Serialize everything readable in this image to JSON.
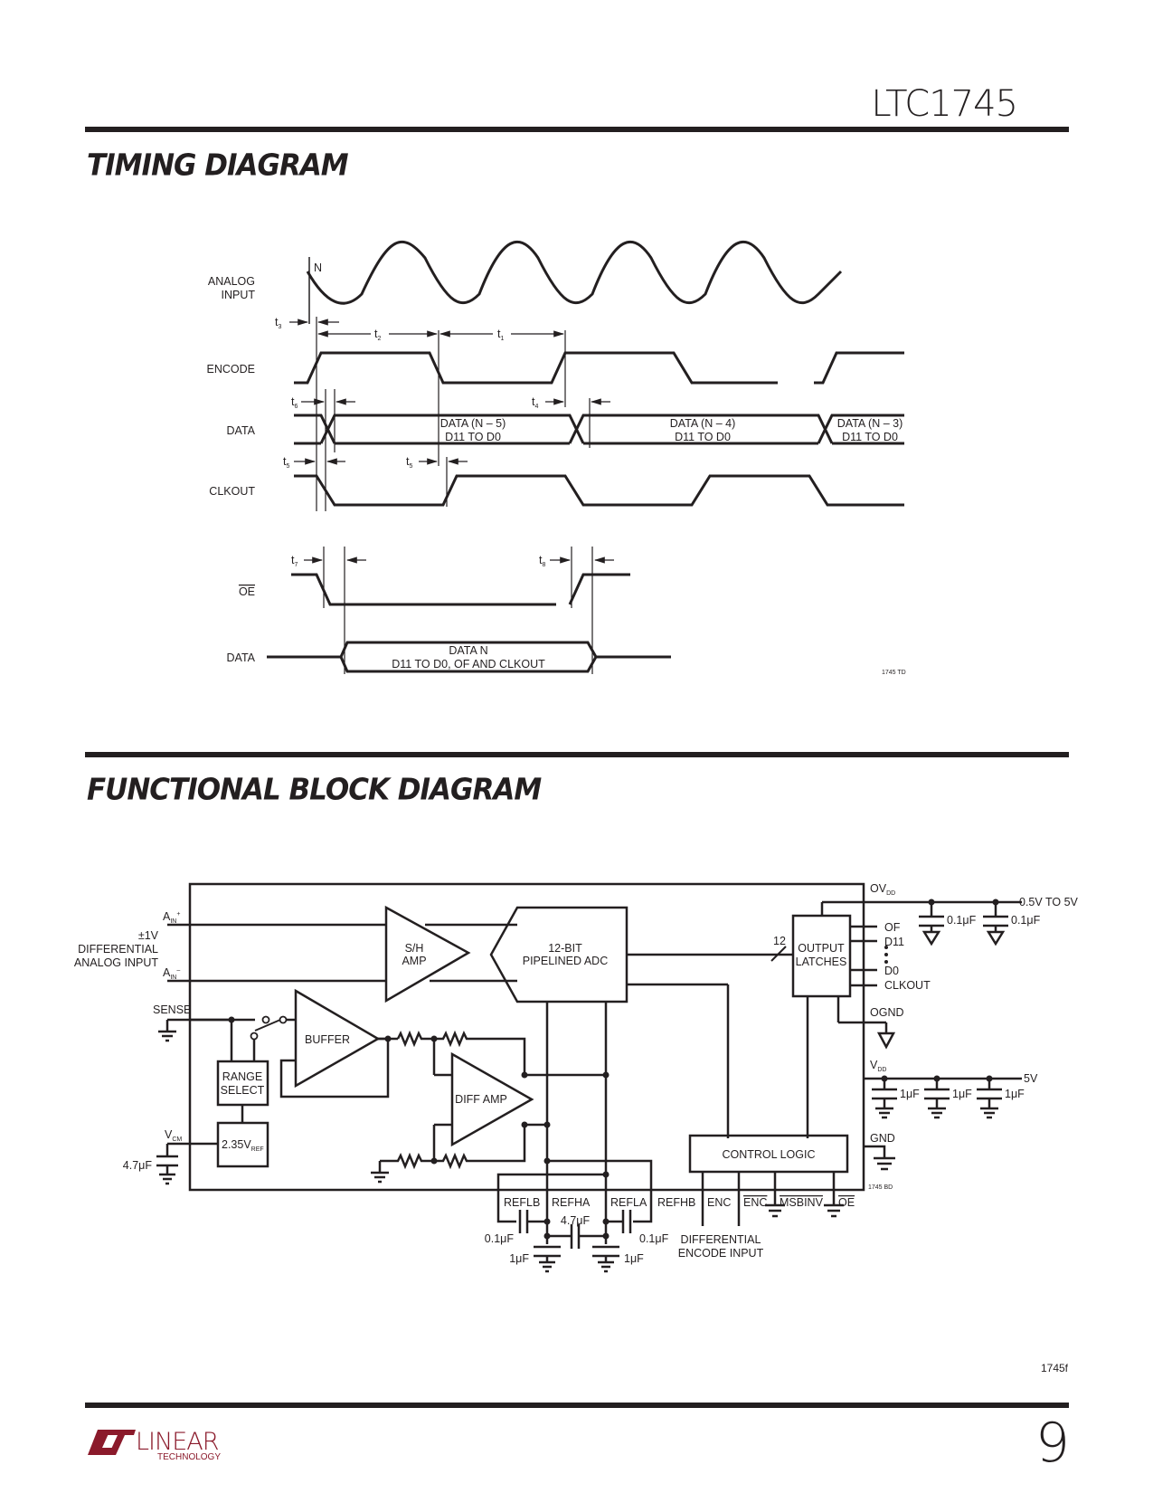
{
  "header": {
    "part_number": "LTC1745"
  },
  "sections": {
    "timing_title": "TIMING DIAGRAM",
    "block_title": "FUNCTIONAL BLOCK DIAGRAM"
  },
  "timing": {
    "signals": {
      "analog": [
        "ANALOG",
        "INPUT"
      ],
      "encode": "ENCODE",
      "data": "DATA",
      "clkout": "CLKOUT",
      "oe": "OE",
      "data2": "DATA"
    },
    "marker_n": "N",
    "params": {
      "t1": "1",
      "t2": "2",
      "t3": "3",
      "t4": "4",
      "t5": "5",
      "t6": "6",
      "t7": "7",
      "t8": "8",
      "t": "t"
    },
    "data_words": [
      {
        "line1": "DATA (N – 5)",
        "line2": "D11 TO D0"
      },
      {
        "line1": "DATA (N – 4)",
        "line2": "D11 TO D0"
      },
      {
        "line1": "DATA (N – 3)",
        "line2": "D11 TO D0"
      }
    ],
    "data_n": {
      "line1": "DATA N",
      "line2": "D11 TO D0, OF AND CLKOUT"
    },
    "fig_code": "1745 TD"
  },
  "block": {
    "inputs": {
      "ain_plus": "A",
      "ain_sub": "IN",
      "plus": "+",
      "minus": "–",
      "diff_label": [
        "±1V",
        "DIFFERENTIAL",
        "ANALOG INPUT"
      ],
      "sense": "SENSE",
      "vcm": "V",
      "vcm_sub": "CM",
      "vcm_cap": "4.7μF"
    },
    "blocks": {
      "sh_amp": [
        "S/H",
        "AMP"
      ],
      "adc": [
        "12-BIT",
        "PIPELINED ADC"
      ],
      "output_latches": [
        "OUTPUT",
        "LATCHES"
      ],
      "buffer": "BUFFER",
      "range_select": [
        "RANGE",
        "SELECT"
      ],
      "vref": "2.35V",
      "vref_sub": "REF",
      "diff_amp": "DIFF AMP",
      "control_logic": "CONTROL LOGIC"
    },
    "bus_width": "12",
    "outputs": [
      "OF",
      "D11",
      "D0",
      "CLKOUT"
    ],
    "supplies": {
      "ovdd": "OV",
      "ovdd_sub": "DD",
      "ovdd_range": "0.5V TO 5V",
      "ovdd_caps": [
        "0.1μF",
        "0.1μF"
      ],
      "ognd": "OGND",
      "vdd": "V",
      "vdd_sub": "DD",
      "vdd_value": "5V",
      "vdd_caps": [
        "1μF",
        "1μF",
        "1μF"
      ],
      "gnd": "GND"
    },
    "bottom_pins": [
      "REFLB",
      "REFHA",
      "REFLA",
      "REFHB",
      "ENC",
      "ENC",
      "MSBINV",
      "OE"
    ],
    "ref_caps": {
      "c_left": "0.1μF",
      "c_mid": "4.7μF",
      "c_right": "0.1μF",
      "c_gnd_left": "1μF",
      "c_gnd_right": "1μF"
    },
    "encode_label": [
      "DIFFERENTIAL",
      "ENCODE INPUT"
    ],
    "fig_code": "1745 BD"
  },
  "footer": {
    "doc_code": "1745f",
    "page_number": "9",
    "logo_main": "LINEAR",
    "logo_sub": "TECHNOLOGY",
    "logo_color": "#8b1a2b"
  }
}
